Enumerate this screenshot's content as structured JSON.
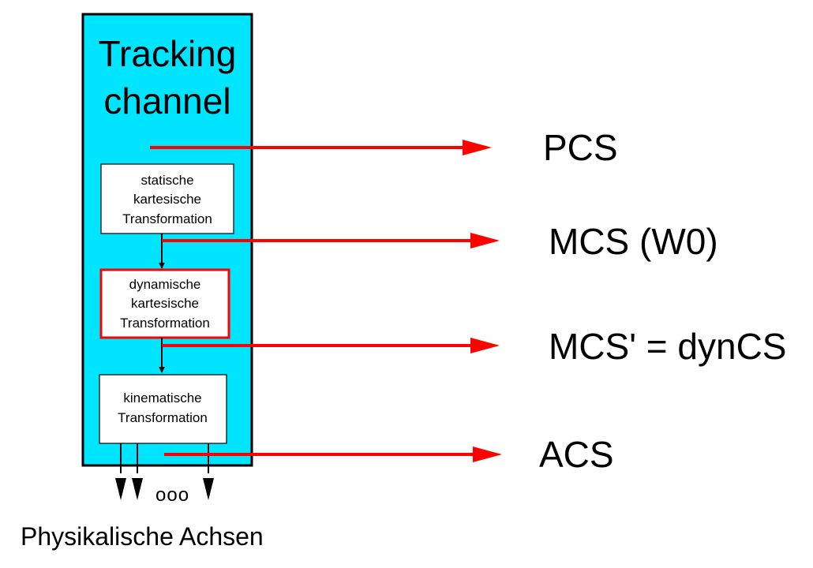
{
  "colors": {
    "channel_fill": "#00e5ff",
    "arrow_red": "#ff0000",
    "box_fill": "#ffffff",
    "highlight_border": "#ff0000",
    "stroke": "#000000"
  },
  "tracking_channel": {
    "title_line1": "Tracking",
    "title_line2": "channel"
  },
  "boxes": {
    "static": {
      "line1": "statische",
      "line2": "kartesische",
      "line3": "Transformation"
    },
    "dynamic": {
      "line1": "dynamische",
      "line2": "kartesische",
      "line3": "Transformation"
    },
    "kinematic": {
      "line1": "kinematische",
      "line2": "Transformation"
    }
  },
  "coordinate_systems": {
    "pcs": "PCS",
    "mcs": "MCS (W0)",
    "dyncs": "MCS' = dynCS",
    "acs": "ACS"
  },
  "axes": {
    "ellipsis": "ooo",
    "label": "Physikalische Achsen"
  },
  "icons": {
    "arrow": "arrow-right-icon",
    "arrow_down": "arrow-down-icon"
  }
}
